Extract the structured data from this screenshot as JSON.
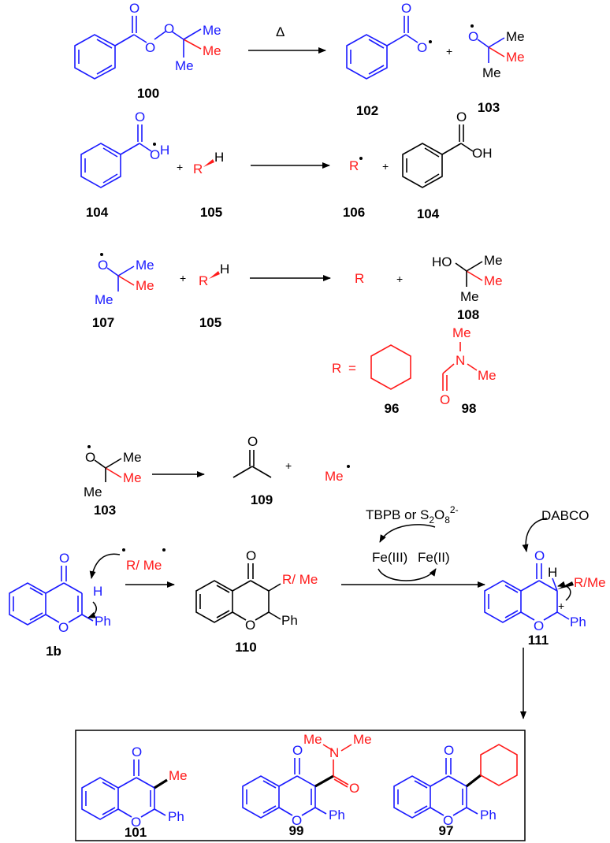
{
  "reaction1": {
    "delta": "Δ",
    "label_100": "100",
    "label_102": "102",
    "label_103": "103",
    "O": "O",
    "Me": "Me",
    "plus": "+"
  },
  "reaction2": {
    "label_104a": "104",
    "label_105": "105",
    "label_106": "106",
    "label_104b": "104",
    "OH": "OH",
    "O": "O",
    "H": "H",
    "R": "R",
    "plus": "+"
  },
  "reaction3": {
    "label_107": "107",
    "label_105": "105",
    "label_108": "108",
    "HO": "HO",
    "O": "O",
    "H": "H",
    "R": "R",
    "Me": "Me",
    "plus": "+"
  },
  "r_definition": {
    "R": "R",
    "equals": "=",
    "label_96": "96",
    "label_98": "98",
    "N": "N",
    "O": "O",
    "Me": "Me"
  },
  "reaction4": {
    "label_103": "103",
    "label_109": "109",
    "O": "O",
    "Me": "Me",
    "plus": "+"
  },
  "mechanism": {
    "label_1b": "1b",
    "label_110": "110",
    "label_111": "111",
    "radical_label": "R/ Me",
    "substituent_label": "R/ Me",
    "substituent_label_111": "R/Me",
    "oxidant": "TBPB or S",
    "oxidant_sub": "2",
    "oxidant_o": "O",
    "oxidant_sub2": "8",
    "oxidant_sup": "2-",
    "fe3": "Fe(III)",
    "fe2": "Fe(II)",
    "dabco": "DABCO",
    "O": "O",
    "H": "H",
    "Ph": "Ph",
    "plus_charge": "+"
  },
  "products": {
    "label_101": "101",
    "label_99": "99",
    "label_97": "97",
    "Me": "Me",
    "O": "O",
    "N": "N",
    "Ph": "Ph"
  }
}
